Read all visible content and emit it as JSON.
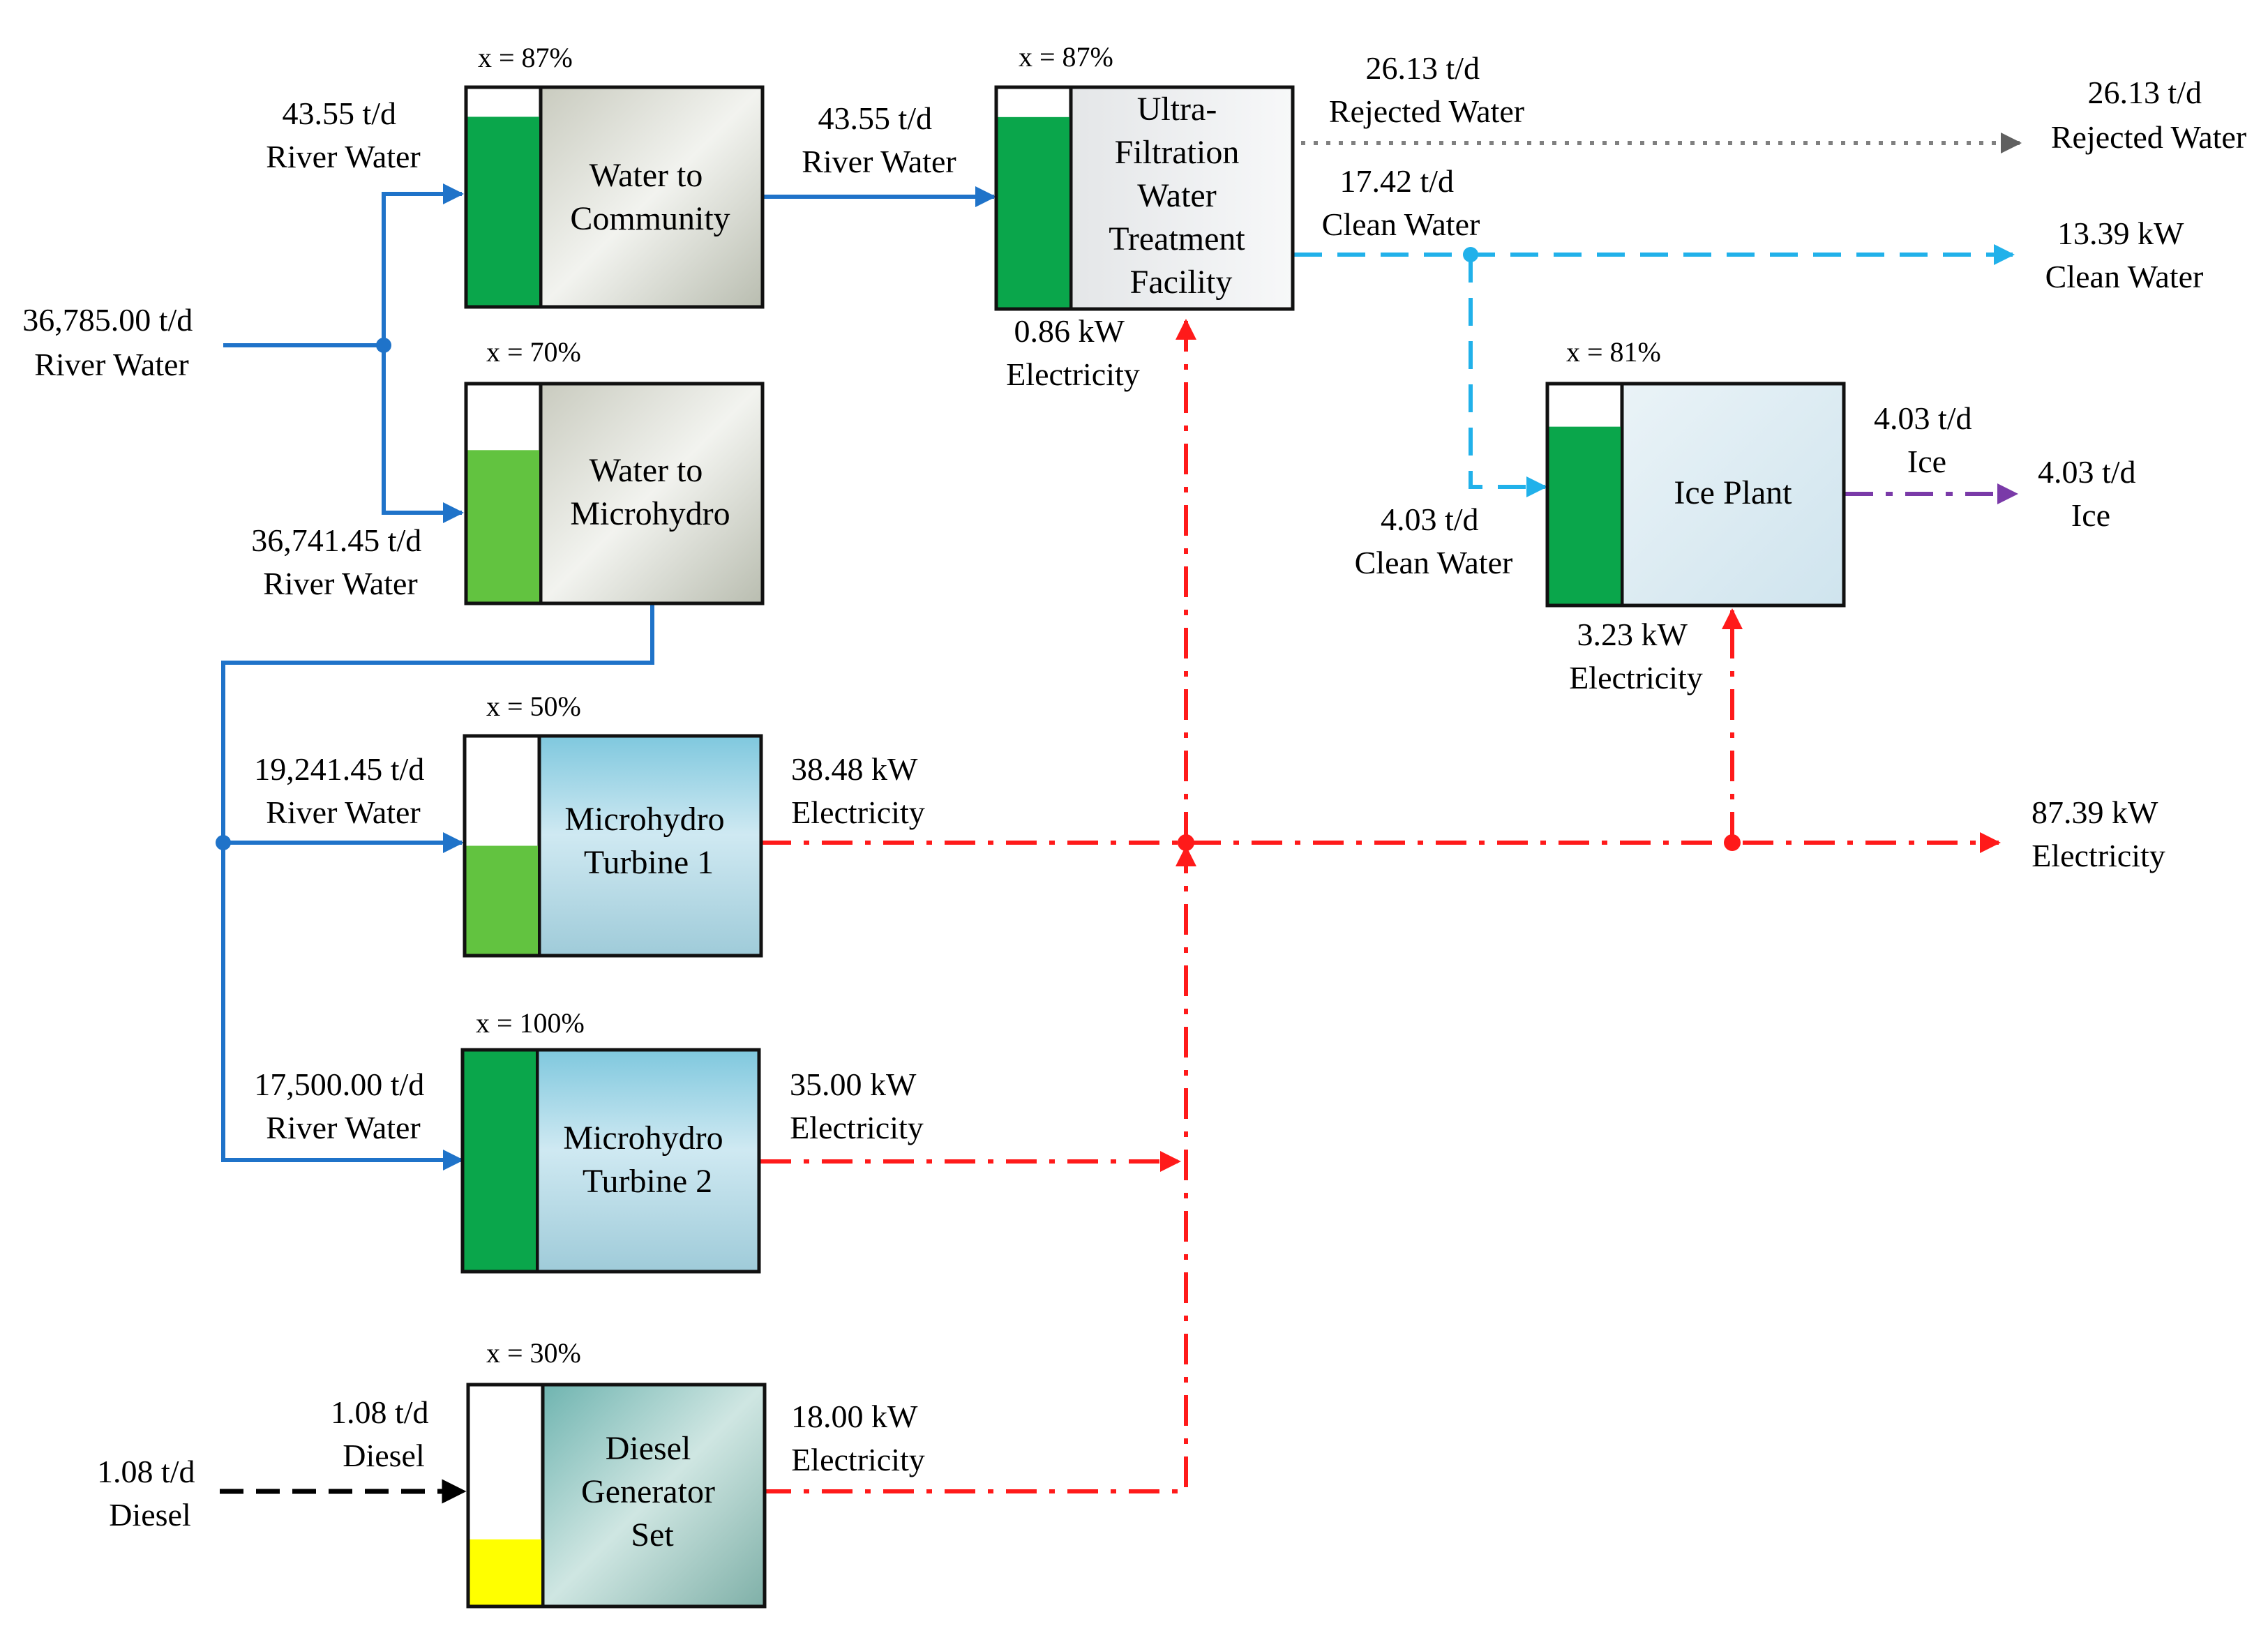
{
  "colors": {
    "river_water": "#1f73c9",
    "clean_water": "#21b1ea",
    "electricity": "#ff1a1a",
    "rejected_water": "#808080",
    "diesel": "#000000",
    "ice": "#7a3aa8",
    "efficiency_high": "#0aa64b",
    "efficiency_mid": "#62c340",
    "efficiency_low": "#ffff00"
  },
  "inputs": {
    "river_water": {
      "value": "36,785.00 t/d",
      "label": "River Water"
    },
    "diesel": {
      "value": "1.08 t/d",
      "label": "Diesel"
    }
  },
  "units": {
    "water_to_community": {
      "name_lines": [
        "Water to",
        "Community"
      ],
      "efficiency_label": "x = 87%",
      "efficiency": 0.87,
      "photo_icon": "river-photo-icon"
    },
    "water_to_microhydro": {
      "name_lines": [
        "Water to",
        "Microhydro"
      ],
      "efficiency_label": "x = 70%",
      "efficiency": 0.7,
      "photo_icon": "river-photo-icon"
    },
    "microhydro_turbine_1": {
      "name_lines": [
        "Microhydro",
        "Turbine 1"
      ],
      "efficiency_label": "x = 50%",
      "efficiency": 0.5,
      "photo_icon": "turbine-photo-icon"
    },
    "microhydro_turbine_2": {
      "name_lines": [
        "Microhydro",
        "Turbine 2"
      ],
      "efficiency_label": "x = 100%",
      "efficiency": 1.0,
      "photo_icon": "turbine-photo-icon"
    },
    "diesel_generator_set": {
      "name_lines": [
        "Diesel",
        "Generator",
        "Set"
      ],
      "efficiency_label": "x = 30%",
      "efficiency": 0.3,
      "photo_icon": "generator-photo-icon"
    },
    "ultrafiltration": {
      "name_lines": [
        "Ultra-",
        "Filtration",
        "Water",
        "Treatment",
        "Facility"
      ],
      "efficiency_label": "x = 87%",
      "efficiency": 0.87,
      "photo_icon": "filtration-plant-photo-icon"
    },
    "ice_plant": {
      "name_lines": [
        "Ice Plant"
      ],
      "efficiency_label": "x = 81%",
      "efficiency": 0.81,
      "photo_icon": "ice-machine-photo-icon"
    }
  },
  "flows": {
    "community_in": {
      "value": "43.55 t/d",
      "label": "River Water"
    },
    "microhydro_in": {
      "value": "36,741.45 t/d",
      "label": "River Water"
    },
    "community_to_uf": {
      "value": "43.55 t/d",
      "label": "River Water"
    },
    "turbine1_in": {
      "value": "19,241.45 t/d",
      "label": "River Water"
    },
    "turbine2_in": {
      "value": "17,500.00 t/d",
      "label": "River Water"
    },
    "generator_in": {
      "value": "1.08 t/d",
      "label": "Diesel"
    },
    "turbine1_out": {
      "value": "38.48 kW",
      "label": "Electricity"
    },
    "turbine2_out": {
      "value": "35.00 kW",
      "label": "Electricity"
    },
    "generator_out": {
      "value": "18.00 kW",
      "label": "Electricity"
    },
    "uf_rejected": {
      "value": "26.13 t/d",
      "label": "Rejected Water"
    },
    "uf_clean": {
      "value": "17.42 t/d",
      "label": "Clean Water"
    },
    "uf_electricity": {
      "value": "0.86 kW",
      "label": "Electricity"
    },
    "ice_clean_in": {
      "value": "4.03 t/d",
      "label": "Clean Water"
    },
    "ice_electricity": {
      "value": "3.23 kW",
      "label": "Electricity"
    },
    "ice_out": {
      "value": "4.03 t/d",
      "label": "Ice"
    }
  },
  "outputs": {
    "rejected_water": {
      "value": "26.13 t/d",
      "label": "Rejected Water"
    },
    "clean_water": {
      "value": "13.39 kW",
      "label": "Clean Water"
    },
    "ice": {
      "value": "4.03 t/d",
      "label": "Ice"
    },
    "electricity": {
      "value": "87.39 kW",
      "label": "Electricity"
    }
  }
}
